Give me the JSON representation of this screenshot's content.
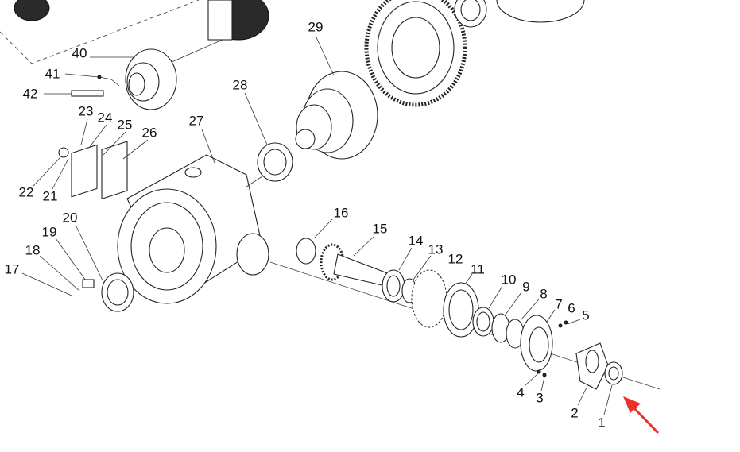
{
  "diagram": {
    "title": "",
    "part_numbers": [
      "1",
      "2",
      "3",
      "4",
      "5",
      "6",
      "7",
      "8",
      "9",
      "10",
      "11",
      "12",
      "13",
      "14",
      "15",
      "16",
      "17",
      "18",
      "19",
      "20",
      "21",
      "22",
      "23",
      "24",
      "25",
      "26",
      "27",
      "28",
      "29",
      "40",
      "41",
      "42"
    ],
    "highlight_arrow_color": "#e8332a",
    "highlighted_part": "1"
  }
}
